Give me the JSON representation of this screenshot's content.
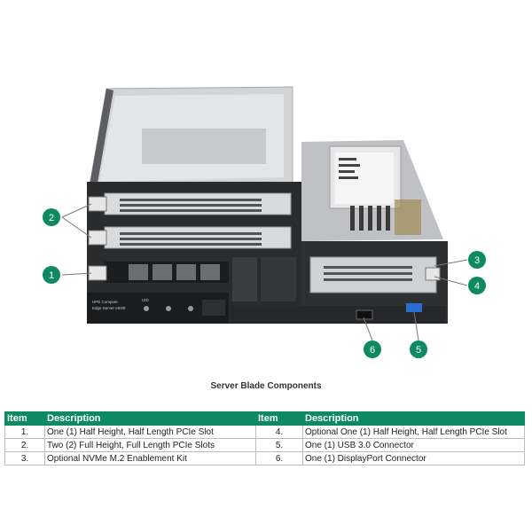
{
  "caption": "Server Blade Components",
  "table": {
    "headers": [
      "Item",
      "Description",
      "Item",
      "Description"
    ],
    "rows": [
      {
        "item_a": "1.",
        "desc_a": "One (1) Half Height, Half Length PCIe Slot",
        "item_b": "4.",
        "desc_b": "Optional One (1) Half Height, Half Length PCIe Slot"
      },
      {
        "item_a": "2.",
        "desc_a": "Two (2) Full Height, Full Length PCIe Slots",
        "item_b": "5.",
        "desc_b": "One (1) USB 3.0 Connector"
      },
      {
        "item_a": "3.",
        "desc_a": "Optional NVMe M.2 Enablement Kit",
        "item_b": "6.",
        "desc_b": "One (1) DisplayPort Connector"
      }
    ]
  },
  "callouts": [
    "1",
    "2",
    "3",
    "4",
    "5",
    "6"
  ],
  "bezel_text": {
    "line1": "HPE Compute",
    "line2": "Edge Server e920t",
    "uid": "UID"
  },
  "colors": {
    "callout": "#0e8a63",
    "header": "#0e8a63"
  }
}
